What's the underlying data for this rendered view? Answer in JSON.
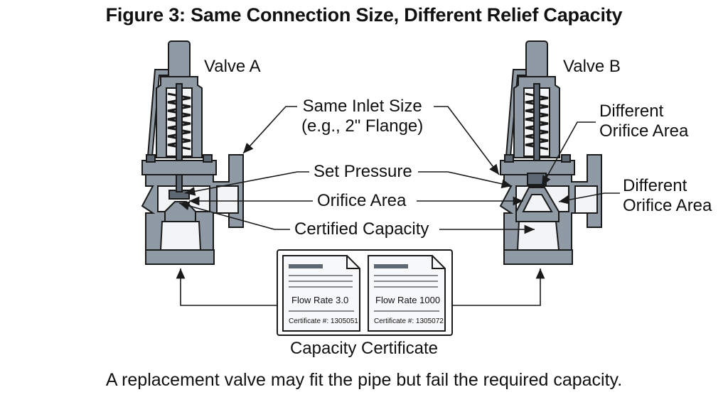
{
  "title": "Figure 3: Same Connection Size, Different Relief Capacity",
  "caption": "A replacement valve may fit the pipe but fail the required capacity.",
  "valves": {
    "a_label": "Valve A",
    "b_label": "Valve B"
  },
  "callouts": {
    "same_inlet_size": "Same Inlet Size\n(e.g., 2\" Flange)",
    "set_pressure": "Set Pressure",
    "orifice_area": "Orifice Area",
    "certified_capacity": "Certified Capacity",
    "different_orifice_top": "Different\nOrifice Area",
    "different_orifice_right": "Different\nOrifice Area"
  },
  "certificate": {
    "label": "Capacity Certificate",
    "doc_a": {
      "flow_rate": "Flow Rate 3.0",
      "number": "Certificate #: 1305051"
    },
    "doc_b": {
      "flow_rate": "Flow Rate 1000",
      "number": "Certificate #: 1305072"
    }
  },
  "colors": {
    "valve_fill": "#8f9aa5",
    "valve_dark": "#5d6873",
    "bore_fill": "#f2f4f6",
    "line": "#1a1a1a",
    "paper": "#f7f8fa"
  }
}
